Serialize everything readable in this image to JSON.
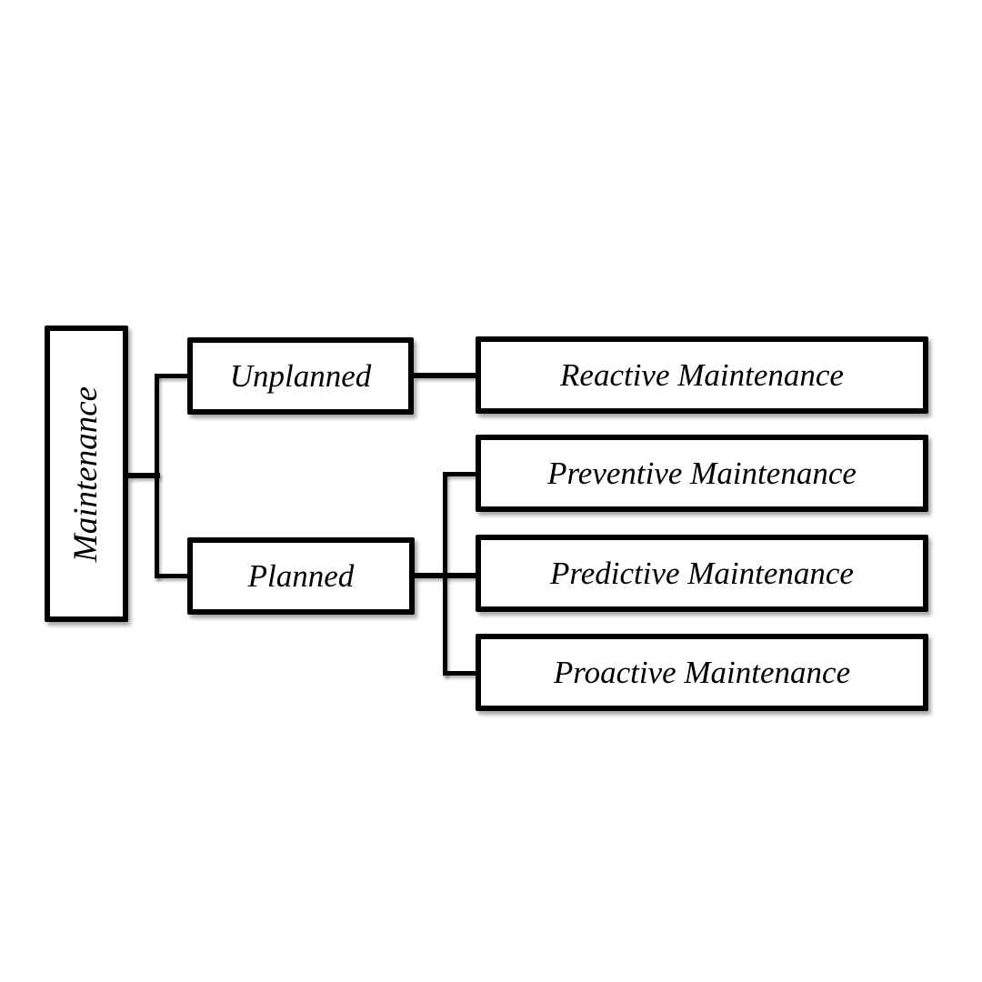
{
  "diagram": {
    "type": "tree",
    "root": {
      "label": "Maintenance"
    },
    "level1": [
      {
        "label": "Unplanned"
      },
      {
        "label": "Planned"
      }
    ],
    "level2": [
      {
        "label": "Reactive Maintenance"
      },
      {
        "label": "Preventive Maintenance"
      },
      {
        "label": "Predictive Maintenance"
      },
      {
        "label": "Proactive Maintenance"
      }
    ],
    "edges": [
      [
        "Maintenance",
        "Unplanned"
      ],
      [
        "Maintenance",
        "Planned"
      ],
      [
        "Unplanned",
        "Reactive Maintenance"
      ],
      [
        "Planned",
        "Preventive Maintenance"
      ],
      [
        "Planned",
        "Predictive Maintenance"
      ],
      [
        "Planned",
        "Proactive Maintenance"
      ]
    ],
    "colors": {
      "box_border": "#000000",
      "box_fill": "#ffffff",
      "text": "#000000",
      "background": "#ffffff",
      "connector": "#000000"
    }
  }
}
